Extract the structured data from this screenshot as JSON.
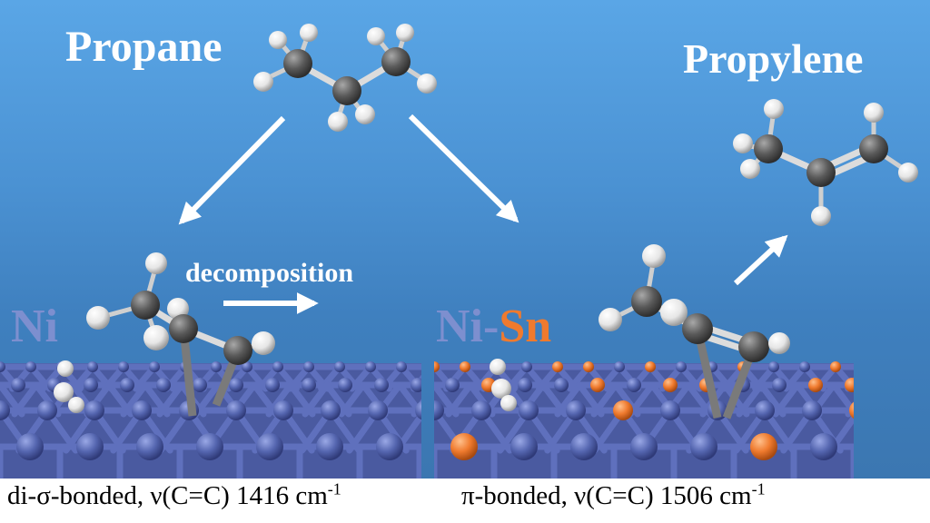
{
  "labels": {
    "propane": "Propane",
    "propylene": "Propylene",
    "decomposition": "decomposition",
    "ni_surface": "Ni",
    "nisn_ni": "Ni",
    "nisn_dash": "-",
    "nisn_sn": "Sn"
  },
  "captions": {
    "left_text": "di-σ-bonded, ν(C=C) 1416 cm",
    "left_sup": "-1",
    "right_text": "π-bonded, ν(C=C) 1506 cm",
    "right_sup": "-1"
  },
  "colors": {
    "background_top": "#5aa6e6",
    "background_bottom": "#3a74ad",
    "ni_atom": "#5566b0",
    "sn_atom": "#ef7a2e",
    "carbon_atom": "#5b5b5b",
    "hydrogen_atom": "#f2f2f2",
    "arrow": "#ffffff",
    "ni_label": "#7d8fcf",
    "sn_label": "#ef7a2e"
  }
}
